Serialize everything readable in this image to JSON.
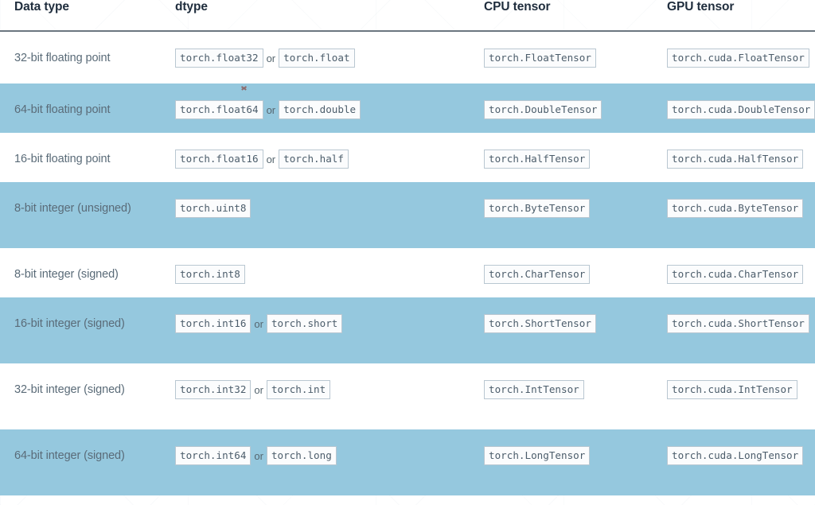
{
  "table": {
    "columns": [
      {
        "key": "data_type",
        "label": "Data type"
      },
      {
        "key": "dtype",
        "label": "dtype"
      },
      {
        "key": "cpu_tensor",
        "label": "CPU tensor"
      },
      {
        "key": "gpu_tensor",
        "label": "GPU tensor"
      }
    ],
    "rows": [
      {
        "data_type": "32-bit floating point",
        "dtype_primary": "torch.float32",
        "dtype_separator": "or",
        "dtype_alias": "torch.float",
        "cpu_tensor": "torch.FloatTensor",
        "gpu_tensor": "torch.cuda.FloatTensor",
        "banded": false
      },
      {
        "data_type": "64-bit floating point",
        "dtype_primary": "torch.float64",
        "dtype_separator": "or",
        "dtype_alias": "torch.double",
        "cpu_tensor": "torch.DoubleTensor",
        "gpu_tensor": "torch.cuda.DoubleTensor",
        "banded": true
      },
      {
        "data_type": "16-bit floating point",
        "dtype_primary": "torch.float16",
        "dtype_separator": "or",
        "dtype_alias": "torch.half",
        "cpu_tensor": "torch.HalfTensor",
        "gpu_tensor": "torch.cuda.HalfTensor",
        "banded": false
      },
      {
        "data_type": "8-bit integer (unsigned)",
        "dtype_primary": "torch.uint8",
        "dtype_separator": "",
        "dtype_alias": "",
        "cpu_tensor": "torch.ByteTensor",
        "gpu_tensor": "torch.cuda.ByteTensor",
        "banded": true
      },
      {
        "data_type": "8-bit integer (signed)",
        "dtype_primary": "torch.int8",
        "dtype_separator": "",
        "dtype_alias": "",
        "cpu_tensor": "torch.CharTensor",
        "gpu_tensor": "torch.cuda.CharTensor",
        "banded": false
      },
      {
        "data_type": "16-bit integer (signed)",
        "dtype_primary": "torch.int16",
        "dtype_separator": "or",
        "dtype_alias": "torch.short",
        "cpu_tensor": "torch.ShortTensor",
        "gpu_tensor": "torch.cuda.ShortTensor",
        "banded": true
      },
      {
        "data_type": "32-bit integer (signed)",
        "dtype_primary": "torch.int32",
        "dtype_separator": "or",
        "dtype_alias": "torch.int",
        "cpu_tensor": "torch.IntTensor",
        "gpu_tensor": "torch.cuda.IntTensor",
        "banded": false
      },
      {
        "data_type": "64-bit integer (signed)",
        "dtype_primary": "torch.int64",
        "dtype_separator": "or",
        "dtype_alias": "torch.long",
        "cpu_tensor": "torch.LongTensor",
        "gpu_tensor": "torch.cuda.LongTensor",
        "banded": true
      }
    ]
  },
  "colors": {
    "band": "#95c8de",
    "page_background": "#ffffff",
    "header_text": "#1f2d3d",
    "label_text": "#5a6b78",
    "code_text": "#4c5d6b",
    "code_border": "#b9c7d1",
    "code_background": "#fbfcfd",
    "header_rule": "#6b7680"
  }
}
